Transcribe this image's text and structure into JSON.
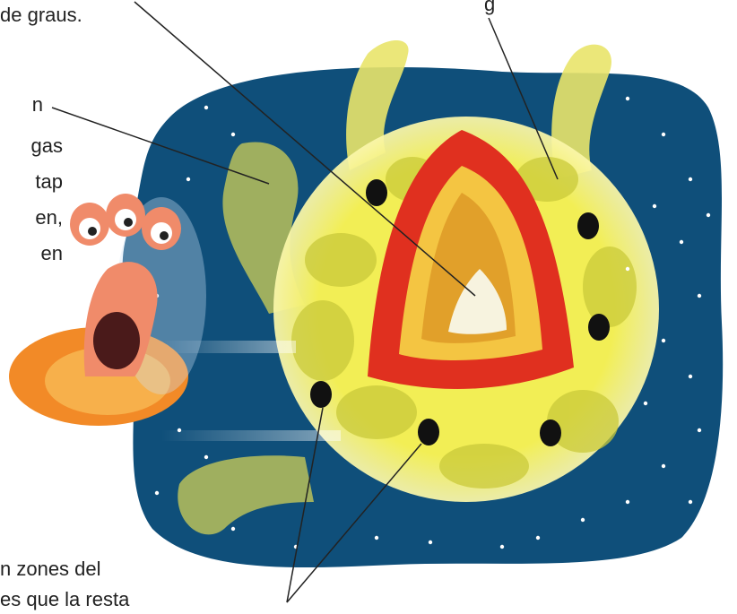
{
  "texts": {
    "top_left": "de graus.",
    "top_right": "g",
    "left_col": [
      "n",
      "gas",
      "tap",
      "en,",
      "en"
    ],
    "bottom_left": [
      "n zones del",
      "es que la resta"
    ]
  },
  "colors": {
    "space": "#0f4f7a",
    "planet_yellow": "#eae73a",
    "planet_spots": "#c9c93a",
    "crust_red": "#e0301f",
    "inner_orange": "#e1a02a",
    "core_white": "#f7f3df",
    "alien_skin": "#f08b6a",
    "ufo_orange": "#f28a27",
    "line": "#222222"
  },
  "icons": [
    "planet-cutaway-illustration",
    "alien-in-ufo-illustration",
    "star-dot-icon"
  ]
}
